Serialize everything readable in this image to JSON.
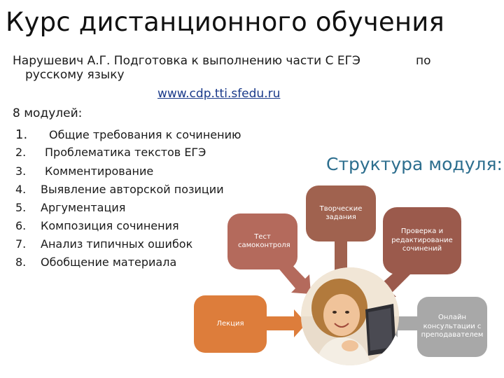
{
  "title": "Курс дистанционного обучения",
  "author": {
    "line1": "Нарушевич А.Г. Подготовка к выполнению части С ЕГЭ",
    "po": "по",
    "line2": "русскому языку"
  },
  "url": "www.cdp.tti.sfedu.ru",
  "modules_heading": "8 модулей:",
  "modules": [
    {
      "num": "1.",
      "label": "Общие требования к сочинению"
    },
    {
      "num": "2.",
      "label": "Проблематика текстов ЕГЭ"
    },
    {
      "num": "3.",
      "label": "Комментирование"
    },
    {
      "num": "4.",
      "label": "Выявление авторской позиции"
    },
    {
      "num": "5.",
      "label": "Аргументация"
    },
    {
      "num": "6.",
      "label": "Композиция сочинения"
    },
    {
      "num": "7.",
      "label": "Анализ типичных ошибок"
    },
    {
      "num": "8.",
      "label": "Обобщение материала"
    }
  ],
  "structure_heading": "Структура модуля:",
  "diagram": {
    "creative": "Творческие задания",
    "selftest": "Тест самоконтроля",
    "review": "Проверка и редактирование сочинений",
    "lecture": "Лекция",
    "consult": "Онлайн консультации с преподавателем"
  },
  "colors": {
    "creative": "#a0624f",
    "selftest": "#b46a5c",
    "review": "#9b5a4c",
    "lecture": "#dd7d3b",
    "consult": "#a8a8a8"
  }
}
